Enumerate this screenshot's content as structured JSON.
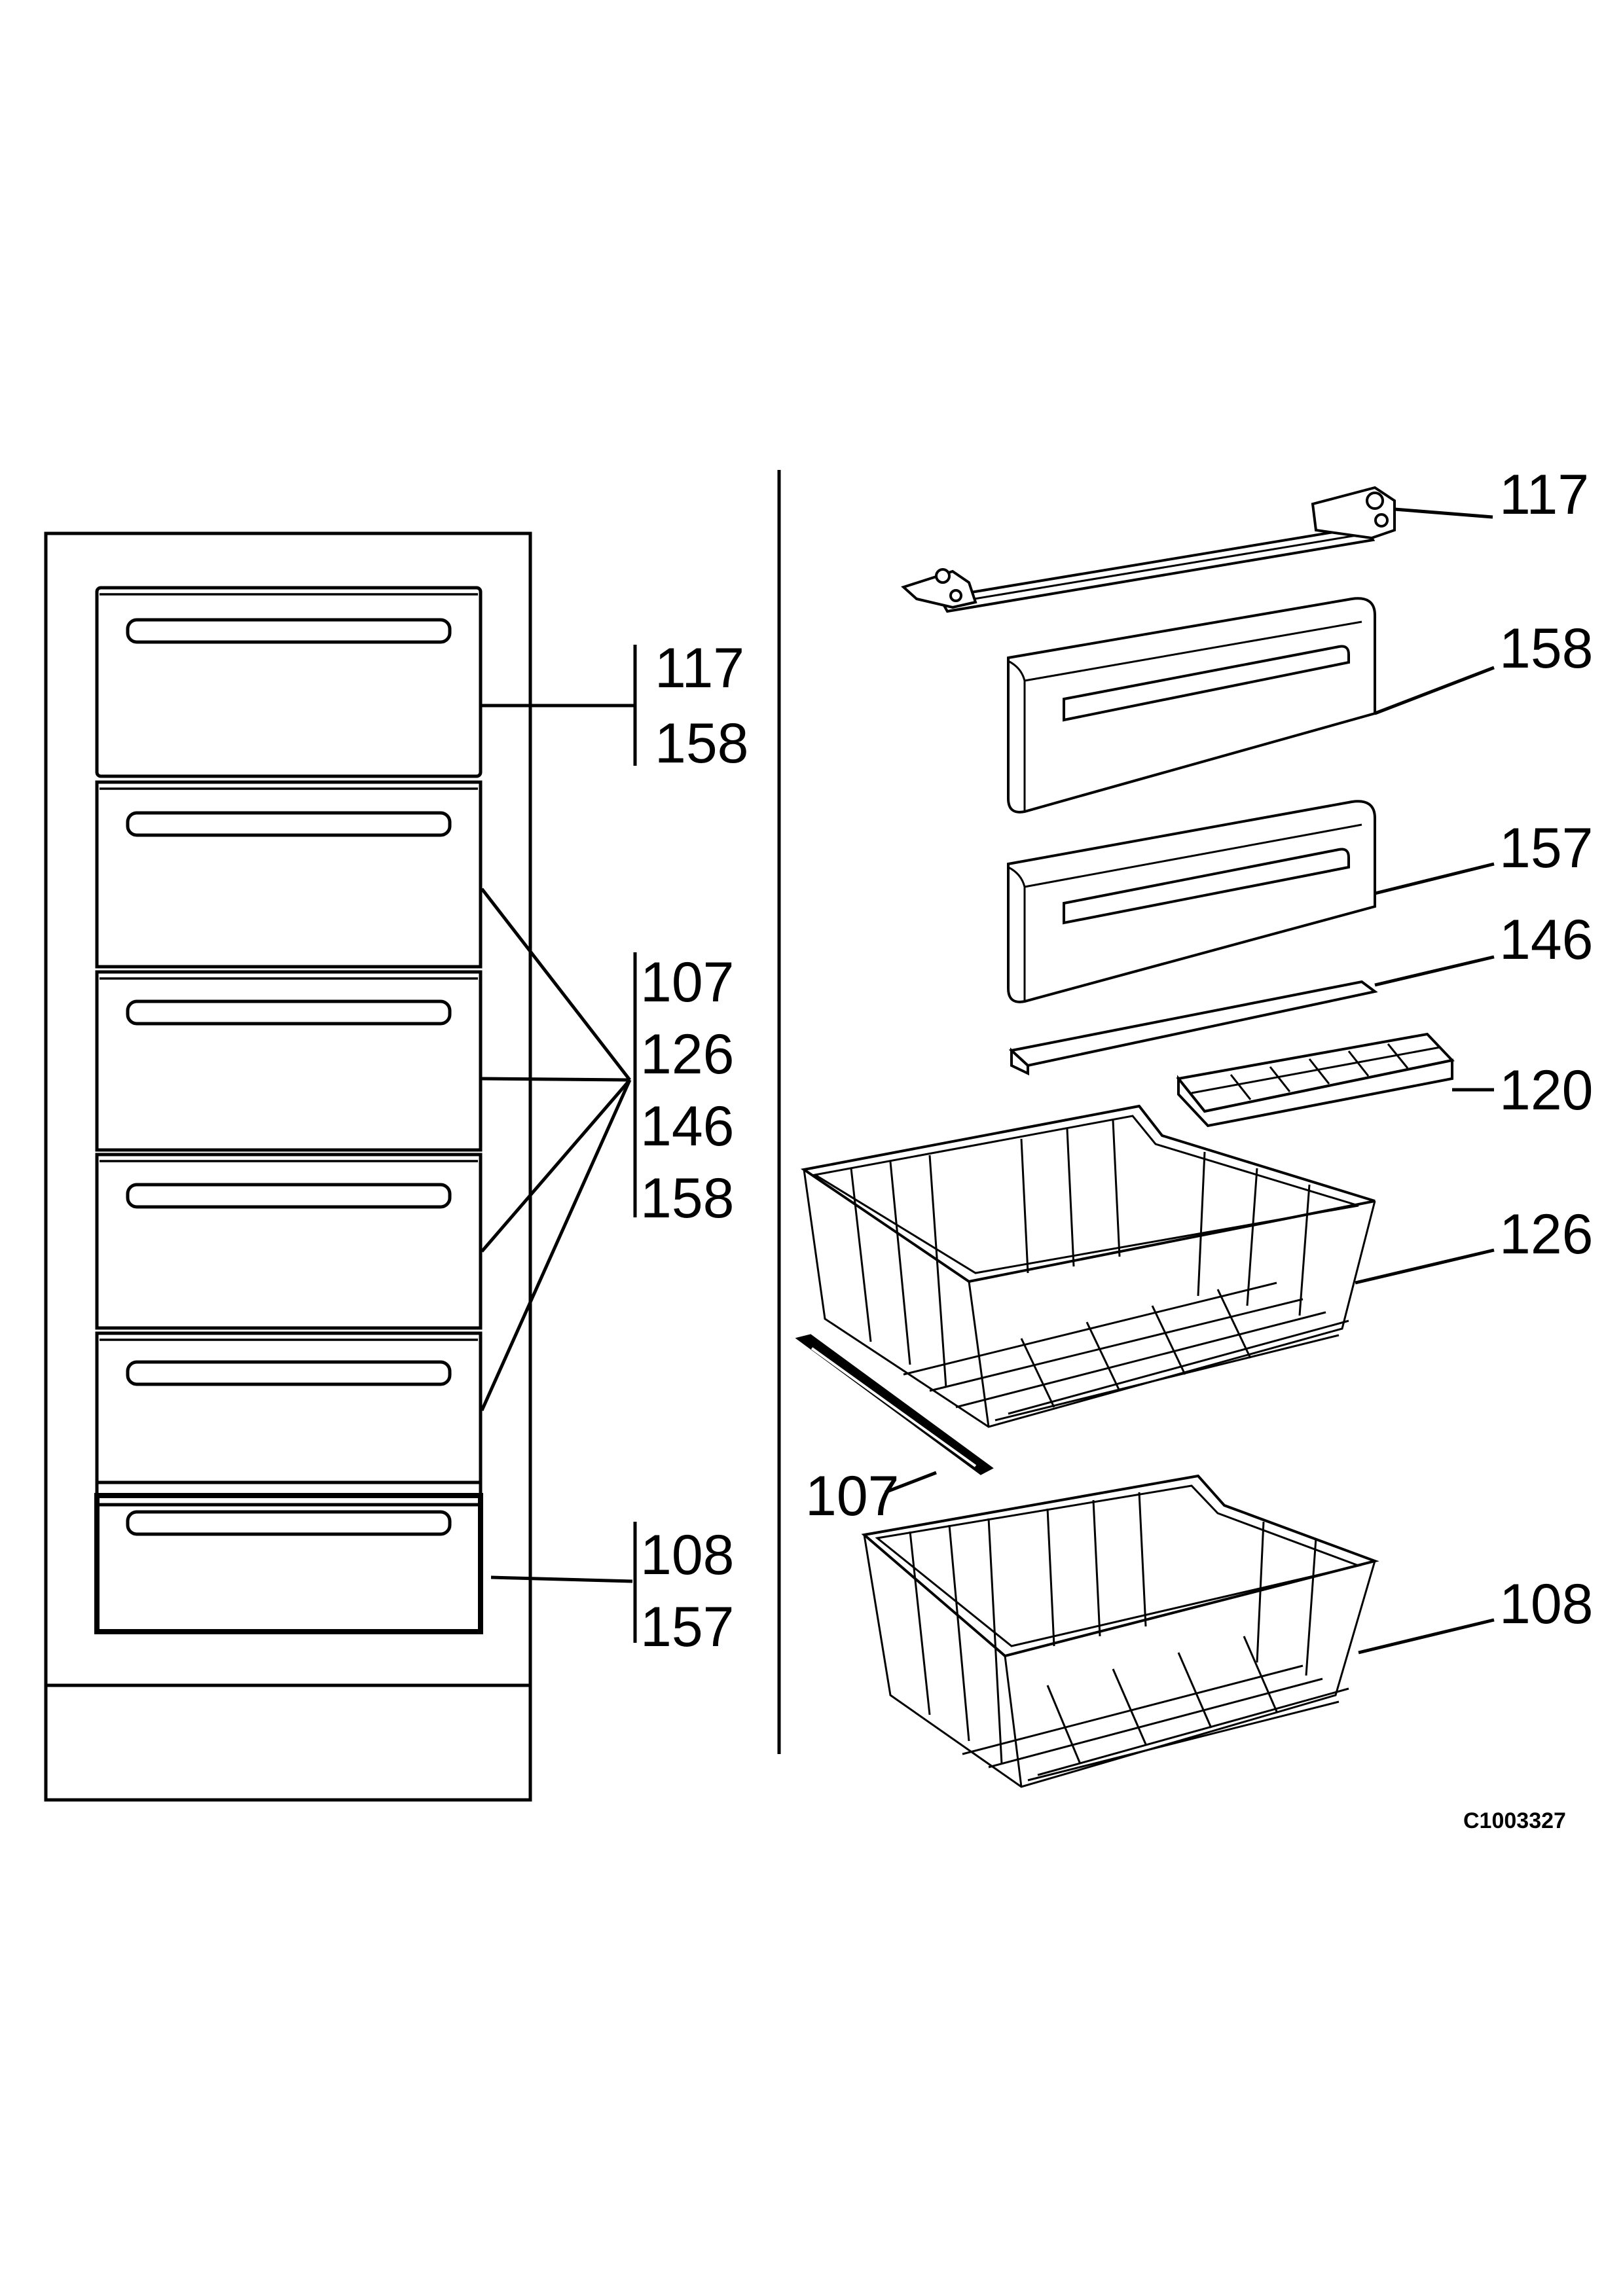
{
  "left_view": {
    "group_top": [
      "117",
      "158"
    ],
    "group_middle": [
      "107",
      "126",
      "146",
      "158"
    ],
    "group_bottom": [
      "108",
      "157"
    ]
  },
  "right_view": {
    "rail": "117",
    "drawer_front_upper": "158",
    "drawer_front_lower": "157",
    "profile_strip": "146",
    "ice_tray": "120",
    "basket_upper": "126",
    "slide_plate": "107",
    "basket_lower": "108"
  },
  "drawing_code": "C1003327"
}
